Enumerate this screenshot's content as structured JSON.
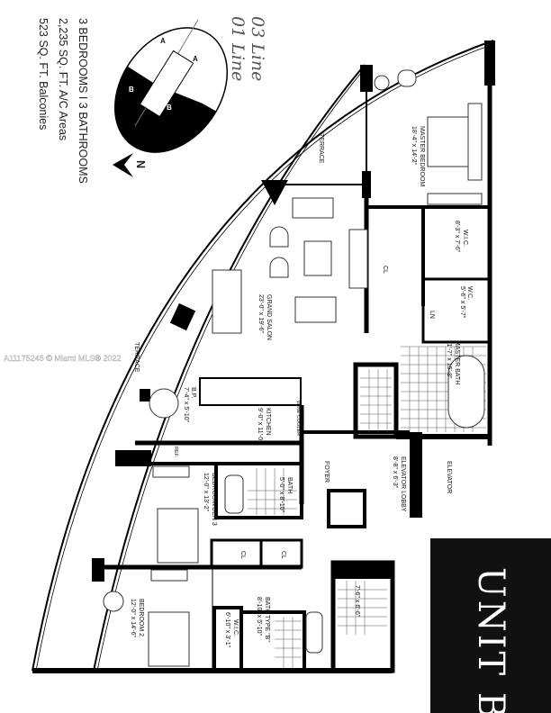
{
  "handwritten": {
    "line1": "03 Line",
    "line2": "01 Line"
  },
  "summary": {
    "bedrooms_baths": "3 BEDROOMS I 3 BATHROOMS",
    "ac_area": "2,235 SQ. FT. A/C Areas",
    "balconies": "523 SQ. FT. Balconies"
  },
  "key_plan": {
    "labels": [
      "A",
      "A",
      "B",
      "B"
    ]
  },
  "north": "N",
  "unit_title": "UNIT B",
  "watermark": "A11175245 © Miami MLS® 2022",
  "rooms": {
    "terrace_upper": "TERRACE",
    "terrace_lower": "TERRACE",
    "master_bedroom": {
      "name": "MASTER BEDROOM",
      "size": "18'-4\" x 14'-2\""
    },
    "master_wic": {
      "name": "W.I.C.",
      "size": "8'-3\" x 7'-6\""
    },
    "closet_master": "CL",
    "wc": {
      "name": "W.C.",
      "size": "5'-6\" x 5'-7\""
    },
    "linen": "LN",
    "master_bath": {
      "name": "MASTER BATH",
      "size": "11'-7\" x 15'-8\""
    },
    "grand_salon": {
      "name": "GRAND SALON",
      "size": "23'-0\" x 19'-6\""
    },
    "bp": {
      "name": "B.P.",
      "size": "7'-4\" x 5'-10\""
    },
    "kitchen": {
      "name": "KITCHEN",
      "size": "9'-0\" x 11'-0\""
    },
    "wine_cooler": "WINE COOLER",
    "ref": "REF.",
    "bedroom3": {
      "name": "BEDROOM/DEN 3",
      "size": "12'-0\" x 13'-2\""
    },
    "bath3": {
      "name": "BATH",
      "size": "5'-0\" x 8'-10\""
    },
    "closet_a": "CL",
    "closet_b": "CL",
    "foyer": "FOYER",
    "elevator_lobby": {
      "name": "ELEVATOR LOBBY",
      "size": "8'-8\" x 6'-3\""
    },
    "elevator": "ELEVATOR",
    "bedroom2": {
      "name": "BEDROOM 2",
      "size": "12'-0\" x 14'-6\""
    },
    "wic2": {
      "name": "W.I.C.",
      "size": "6'-10\" x 3'-1\""
    },
    "bath2": {
      "name": "BATH TYPE \"B\"",
      "size": "8'-10\" x 5'-10\""
    },
    "laundry": {
      "size": "7'-6\" x 6'-6\""
    }
  }
}
